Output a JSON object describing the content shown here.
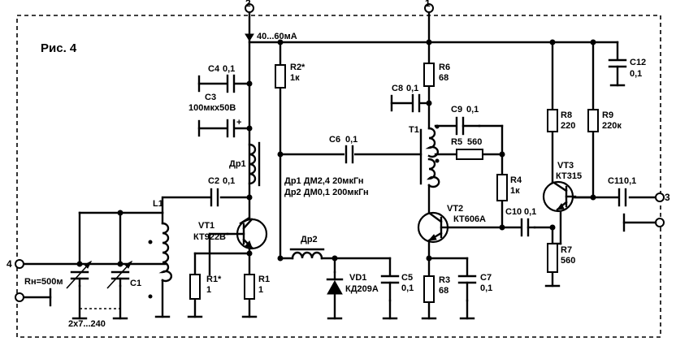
{
  "figure": {
    "title": "Рис. 4",
    "current_note": "40...60мА",
    "terminals": {
      "t1": "1",
      "t2": "2",
      "t3": "3",
      "t4": "4"
    },
    "input_impedance": "Rн=500м",
    "choke_note_line1": "Др1 ДМ2,4  20мкГн",
    "choke_note_line2": "Др2 ДМ0,1  200мкГн"
  },
  "components": {
    "C1": {
      "ref": "C1",
      "value": "2х7...240"
    },
    "C2": {
      "ref": "C2",
      "value": "0,1"
    },
    "C3": {
      "ref": "C3",
      "value": "100мкх50В"
    },
    "C4": {
      "ref": "C4",
      "value": "0,1"
    },
    "C5": {
      "ref": "C5",
      "value": "0,1"
    },
    "C6": {
      "ref": "C6",
      "value": "0,1"
    },
    "C7": {
      "ref": "C7",
      "value": "0,1"
    },
    "C8": {
      "ref": "C8",
      "value": "0,1"
    },
    "C9": {
      "ref": "C9",
      "value": "0,1"
    },
    "C10": {
      "ref": "C10",
      "value": "0,1"
    },
    "C11": {
      "ref": "C11",
      "value": "0,1"
    },
    "C12": {
      "ref": "C12",
      "value": "0,1"
    },
    "R1": {
      "ref": "R1",
      "value": "1"
    },
    "R1s": {
      "ref": "R1*",
      "value": "1"
    },
    "R2": {
      "ref": "R2*",
      "value": "1к"
    },
    "R3": {
      "ref": "R3",
      "value": "68"
    },
    "R4": {
      "ref": "R4",
      "value": "1к"
    },
    "R5": {
      "ref": "R5",
      "value": "560"
    },
    "R6": {
      "ref": "R6",
      "value": "68"
    },
    "R7": {
      "ref": "R7",
      "value": "560"
    },
    "R8": {
      "ref": "R8",
      "value": "220"
    },
    "R9": {
      "ref": "R9",
      "value": "220к"
    },
    "VT1": {
      "ref": "VT1",
      "value": "КТ922В"
    },
    "VT2": {
      "ref": "VT2",
      "value": "КТ606А"
    },
    "VT3": {
      "ref": "VT3",
      "value": "КТ315"
    },
    "VD1": {
      "ref": "VD1",
      "value": "КД209А"
    },
    "L1": {
      "ref": "L1"
    },
    "T1": {
      "ref": "T1"
    },
    "Dr1": {
      "ref": "Др1"
    },
    "Dr2": {
      "ref": "Др2"
    }
  }
}
